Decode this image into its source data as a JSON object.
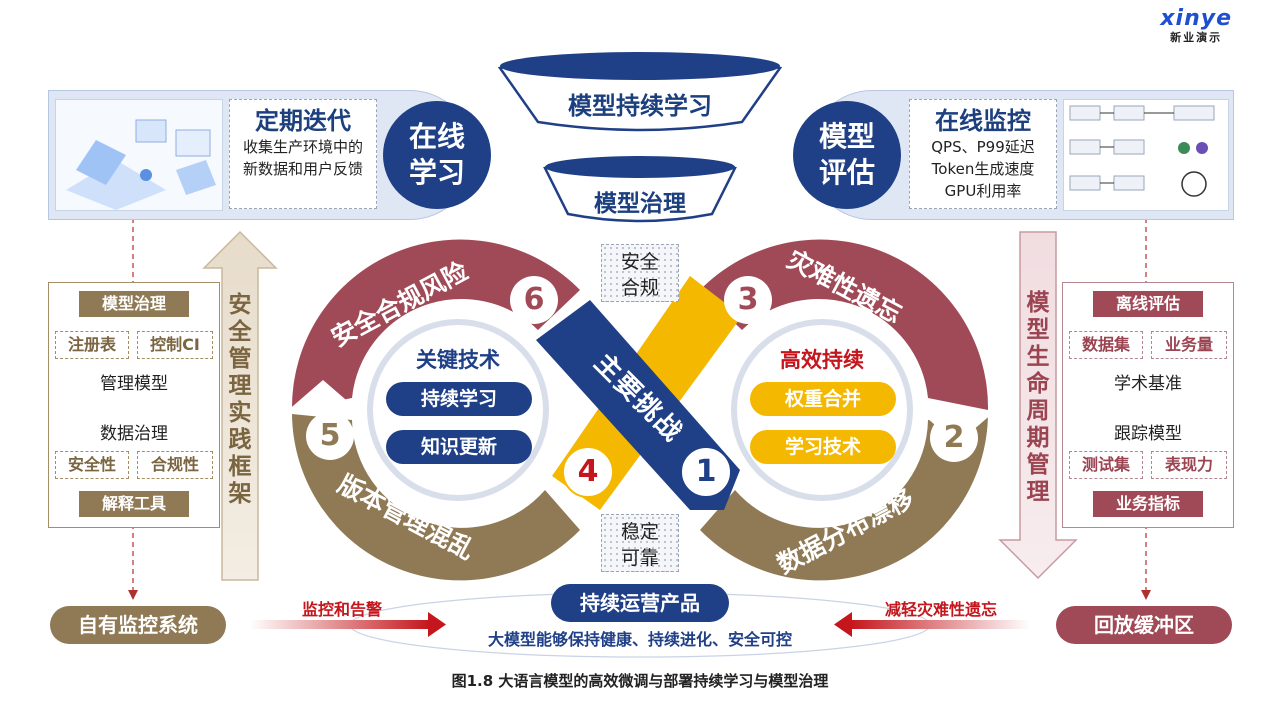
{
  "brand": {
    "logo": "xinye",
    "sub": "新业演示"
  },
  "funnels": {
    "top": "模型持续学习",
    "mid": "模型治理"
  },
  "left_panel": {
    "circle": "在线\n学习",
    "title": "定期迭代",
    "desc": "收集生产环境中的新数据和用户反馈"
  },
  "right_panel": {
    "circle": "模型\n评估",
    "title": "在线监控",
    "lines": [
      "QPS、P99延迟",
      "Token生成速度",
      "GPU利用率"
    ]
  },
  "left_side": {
    "tag_top": "模型治理",
    "tags_a": [
      "注册表",
      "控制CI"
    ],
    "text_a": "管理模型",
    "text_b": "数据治理",
    "tags_b": [
      "安全性",
      "合规性"
    ],
    "tag_bottom": "解释工具",
    "arrow_label": "安全管理实践框架"
  },
  "right_side": {
    "tag_top": "离线评估",
    "tags_a": [
      "数据集",
      "业务量"
    ],
    "text_a": "学术基准",
    "text_b": "跟踪模型",
    "tags_b": [
      "测试集",
      "表现力"
    ],
    "tag_bottom": "业务指标",
    "arrow_label": "模型生命周期管理"
  },
  "center": {
    "challenge": "主要挑战",
    "safety_box": "安全\n合规",
    "stable_box": "稳定\n可靠",
    "left_title": "关键技术",
    "left_items": [
      "持续学习",
      "知识更新"
    ],
    "right_title": "高效持续",
    "right_items": [
      "权重合并",
      "学习技术"
    ],
    "segments": [
      {
        "num": "6",
        "label": "安全合规风险"
      },
      {
        "num": "3",
        "label": "灾难性遗忘"
      },
      {
        "num": "5",
        "label": "版本管理混乱"
      },
      {
        "num": "2",
        "label": "数据分布漂移"
      },
      {
        "num": "4",
        "label": ""
      },
      {
        "num": "1",
        "label": ""
      }
    ]
  },
  "bottom": {
    "left_node": "自有监控系统",
    "left_arrow": "监控和告警",
    "center_pill": "持续运营产品",
    "center_text": "大模型能够保持健康、持续进化、安全可控",
    "right_arrow": "减轻灾难性遗忘",
    "right_node": "回放缓冲区"
  },
  "caption": "图1.8 大语言模型的高效微调与部署持续学习与模型治理",
  "colors": {
    "navy": "#1f3f87",
    "maroon": "#a14a57",
    "brown": "#8f7a55",
    "gold": "#f4b800"
  }
}
